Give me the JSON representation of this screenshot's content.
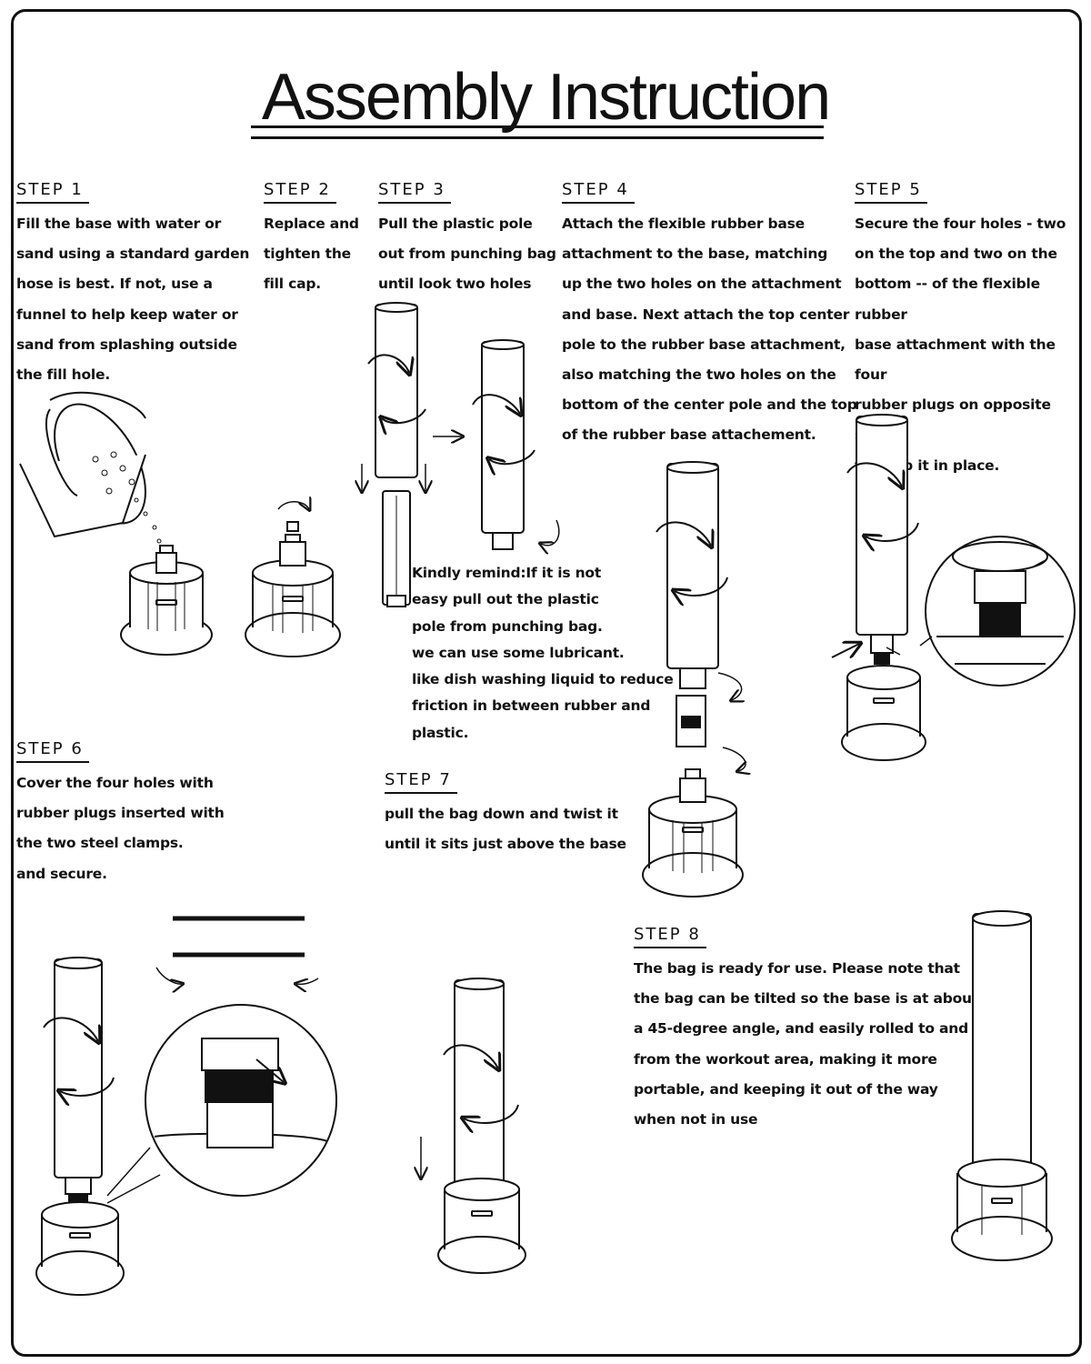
{
  "title": "Assembly Instruction",
  "steps": [
    {
      "id": 1,
      "heading": "STEP 1",
      "lines": [
        "Fill the base with water or",
        "sand using a standard garden",
        "hose is best. If not, use a",
        "funnel to help keep water or",
        "sand from splashing outside",
        "the fill hole."
      ]
    },
    {
      "id": 2,
      "heading": "STEP 2",
      "lines": [
        "Replace and",
        "tighten the",
        "fill cap."
      ]
    },
    {
      "id": 3,
      "heading": "STEP 3",
      "lines": [
        "Pull the plastic pole",
        "out from punching bag",
        "until look two holes"
      ]
    },
    {
      "id": 4,
      "heading": "STEP 4",
      "lines": [
        "Attach the flexible rubber base",
        "attachment to the base, matching",
        "up the two holes on the attachment",
        "and base. Next attach the top center",
        "pole to the rubber base attachment,",
        "also matching the two holes on the",
        "bottom of the center pole and the top",
        "of the rubber base attachement."
      ]
    },
    {
      "id": 5,
      "heading": "STEP 5",
      "lines": [
        "Secure the four holes - two",
        "on the top and two on the",
        "bottom -- of the flexible rubber",
        "base attachment with the four",
        "rubber plugs on opposite sides",
        "to keep it in place."
      ]
    },
    {
      "id": 6,
      "heading": "STEP 6",
      "lines": [
        "Cover the four holes with",
        "rubber plugs inserted with",
        "the two steel clamps.",
        "and secure."
      ]
    },
    {
      "id": 7,
      "heading": "STEP 7",
      "lines": [
        "pull the bag down and twist it",
        "until it sits just above the base"
      ]
    },
    {
      "id": 8,
      "heading": "STEP 8",
      "lines": [
        "The bag is ready for use. Please note  that",
        "the bag can be tilted so the base is at about",
        "a 45-degree angle, and easily rolled to and",
        "from the workout area, making it more",
        "portable, and keeping it out of the way",
        "when not in use"
      ]
    }
  ],
  "note": {
    "lines": [
      "Kindly remind:If it is not",
      "easy pull out the plastic",
      "pole from punching bag.",
      "we can use some lubricant.",
      "like dish washing liquid to reduce",
      "friction in between rubber and",
      "plastic."
    ]
  },
  "colors": {
    "ink": "#111111",
    "paper": "#ffffff",
    "rubber": "#222222"
  }
}
